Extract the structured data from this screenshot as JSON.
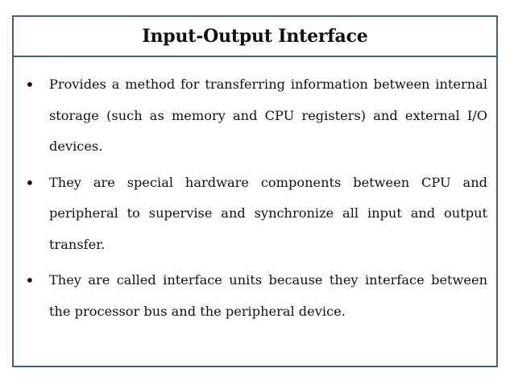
{
  "slide": {
    "title": "Input-Output Interface",
    "bullets": [
      {
        "icon": "bullet-dot-icon",
        "symbol": "•",
        "text": "Provides a method for transferring information between internal storage (such as memory and CPU registers) and external I/O devices."
      },
      {
        "icon": "bullet-dot-icon",
        "symbol": "•",
        "text": "They are special hardware components between CPU and peripheral to  supervise and synchronize all input and output transfer."
      },
      {
        "icon": "bullet-dot-icon",
        "symbol": "•",
        "text": "They are called interface units because they interface between the processor  bus and the peripheral device."
      }
    ]
  },
  "colors": {
    "border": "#3e5f86",
    "text": "#111111",
    "background": "#ffffff"
  }
}
